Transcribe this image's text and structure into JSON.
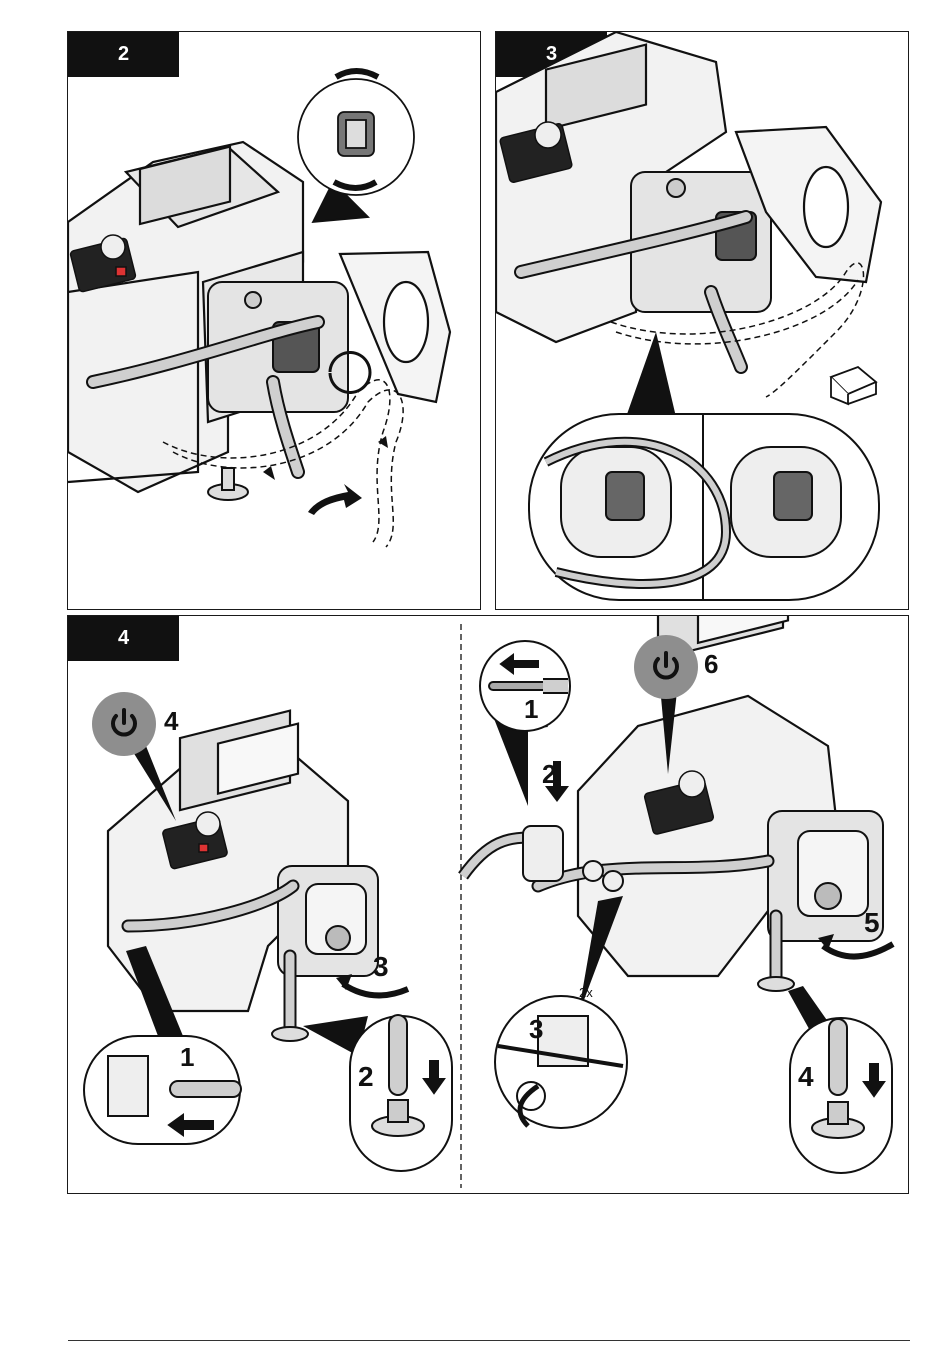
{
  "steps": {
    "step2": {
      "number": "2"
    },
    "step3": {
      "number": "3",
      "inset_label": ""
    },
    "step4": {
      "number": "4",
      "left": {
        "power_callout": "4",
        "rotate_callout": "3",
        "inlet_callout": "1",
        "tube_callout": "2"
      },
      "right": {
        "power_callout": "6",
        "connector_callout": "1",
        "push_callout": "2",
        "clamp_callout": "3",
        "clamp_count": "2x",
        "tube_callout": "4",
        "rotate_callout": "5"
      }
    }
  },
  "icons": {
    "power": "power-icon",
    "arrow": "arrow-icon",
    "rotate": "rotate-arrow-icon"
  },
  "colors": {
    "ink": "#111111",
    "power_badge": "#8e8e8e",
    "tube": "#cfcfcf"
  }
}
